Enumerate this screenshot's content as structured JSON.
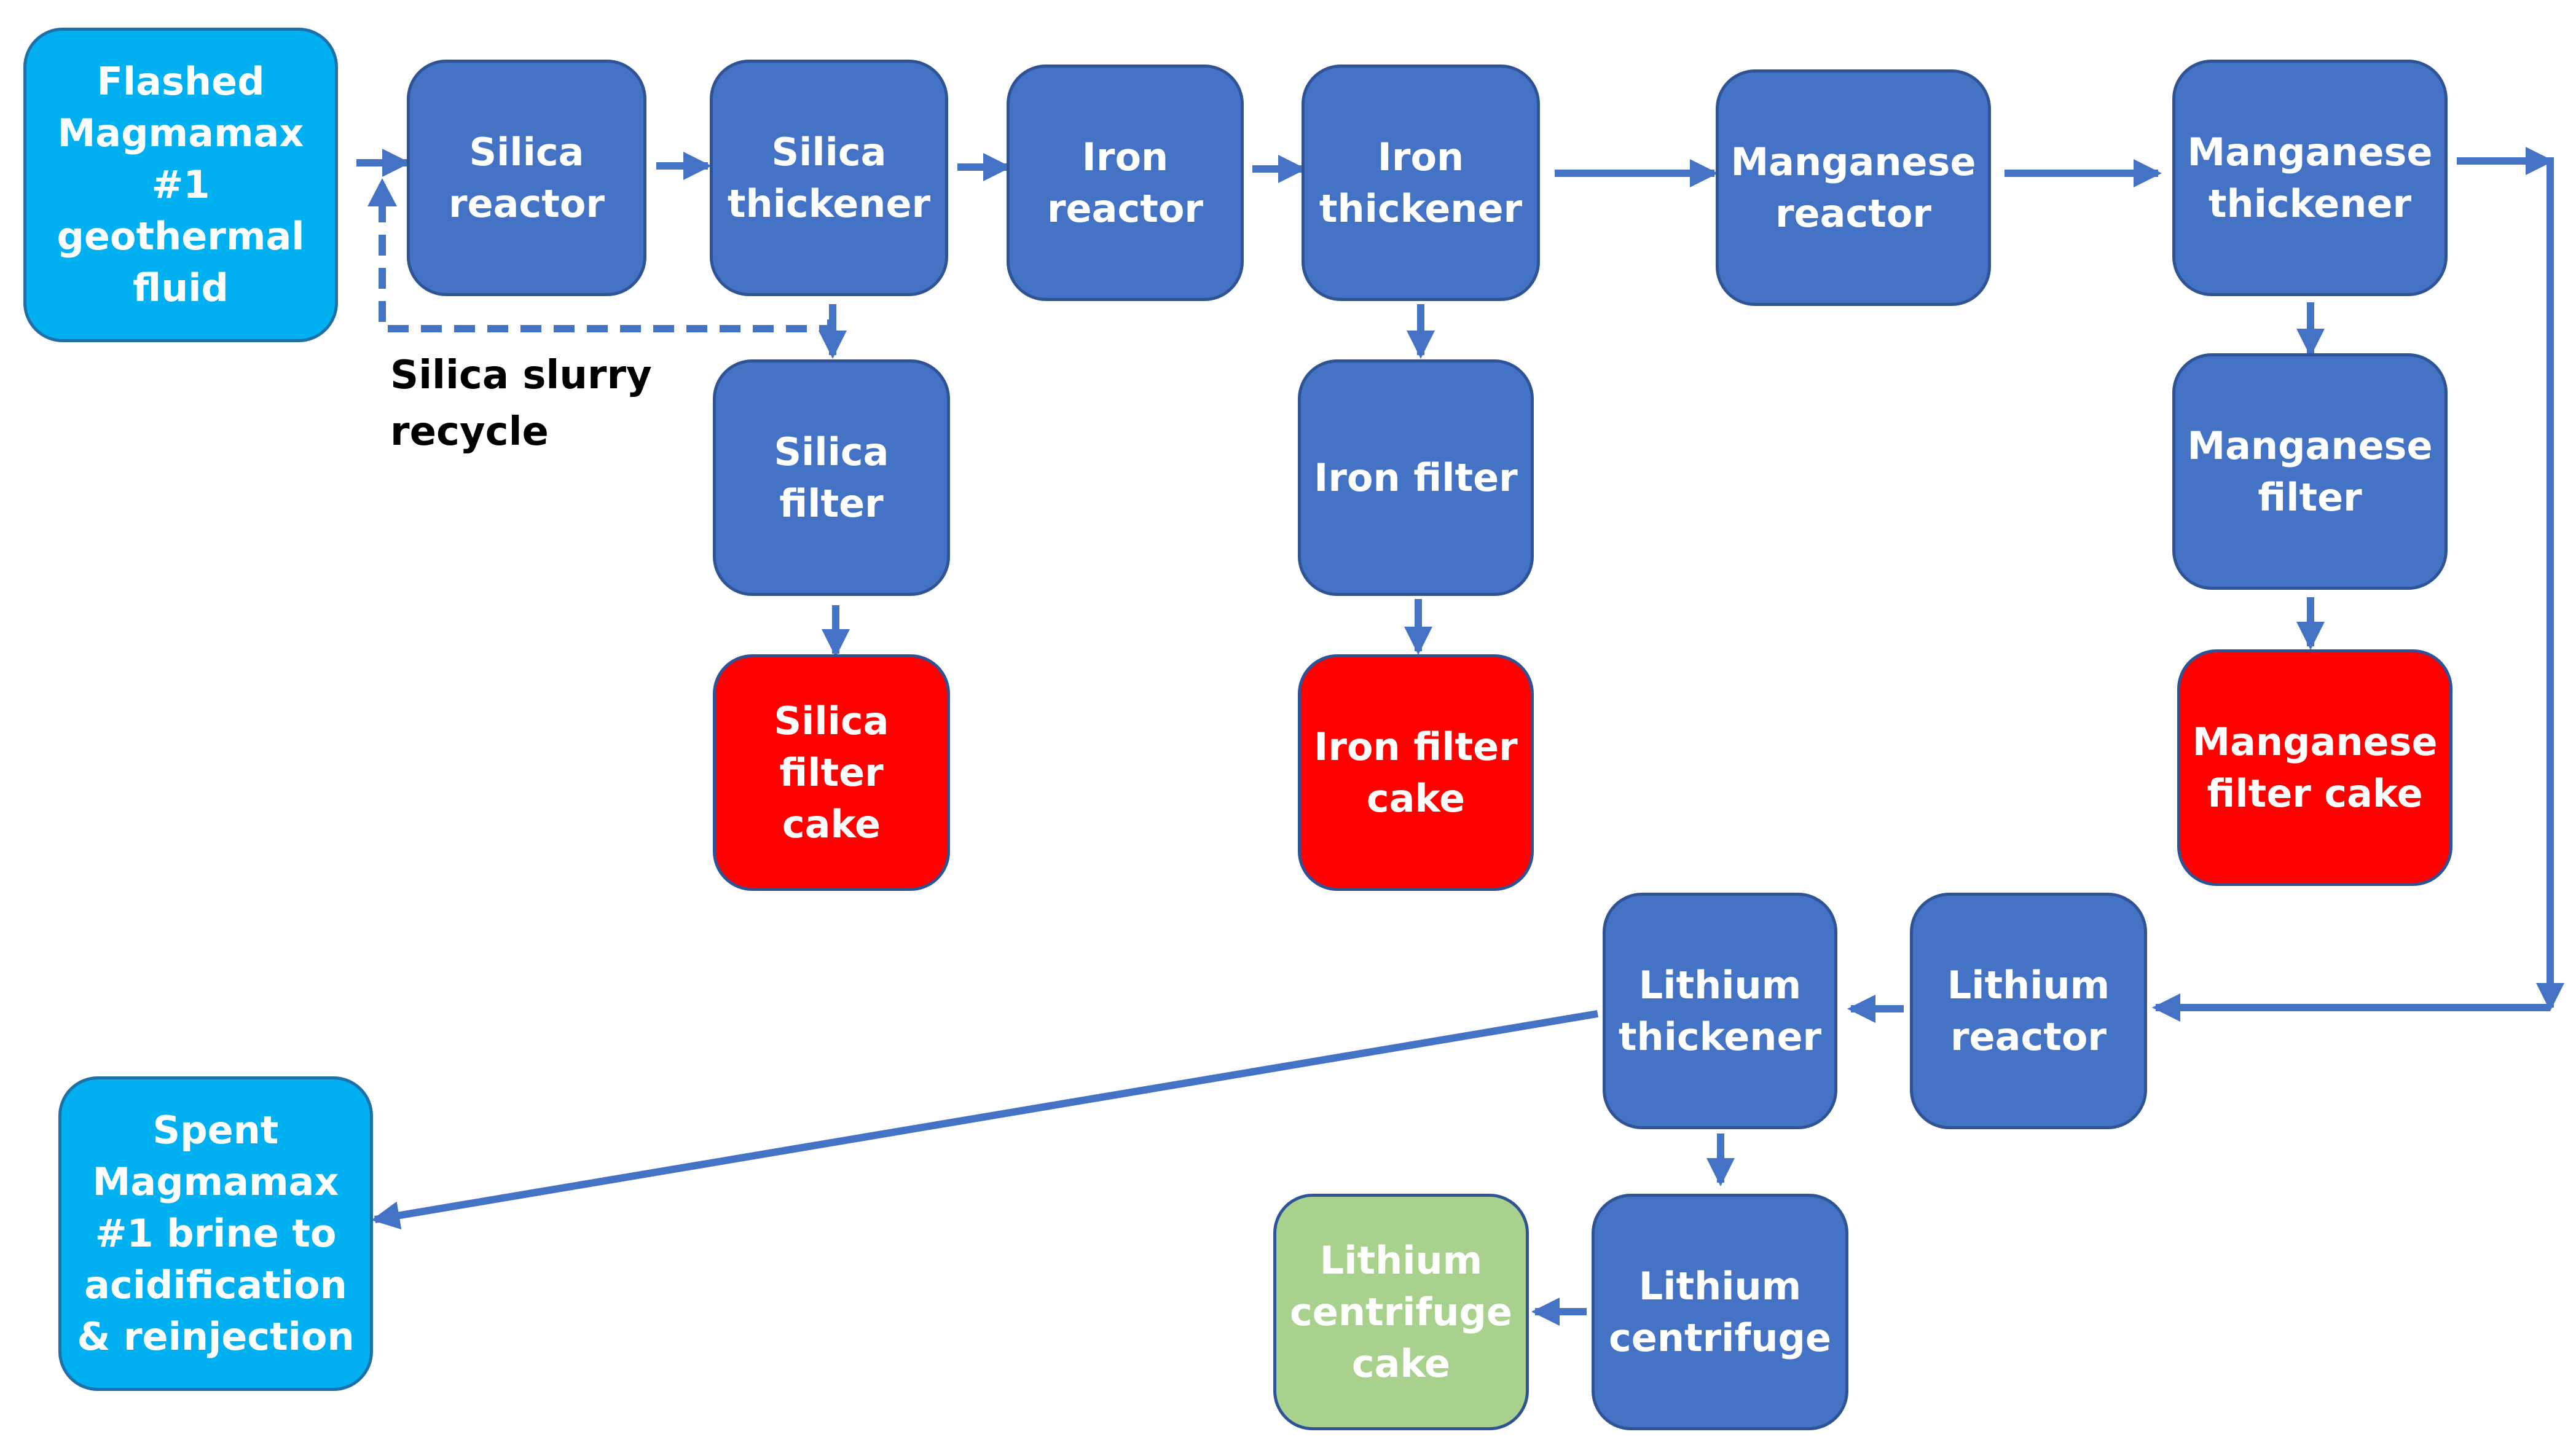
{
  "colors": {
    "process": "#4472c4",
    "source_sink": "#00b0f0",
    "waste_cake": "#ff0000",
    "product_cake": "#a9d18e",
    "arrow": "#4472c4",
    "text_on_box": "#ffffff",
    "label_text": "#000000"
  },
  "nodes": {
    "flashed_fluid": "Flashed\nMagmamax\n#1\ngeothermal\nfluid",
    "silica_reactor": "Silica\nreactor",
    "silica_thickener": "Silica\nthickener",
    "iron_reactor": "Iron\nreactor",
    "iron_thickener": "Iron\nthickener",
    "manganese_reactor": "Manganese\nreactor",
    "manganese_thickener": "Manganese\nthickener",
    "silica_filter": "Silica\nfilter",
    "iron_filter": "Iron filter",
    "manganese_filter": "Manganese\nfilter",
    "silica_filter_cake": "Silica\nfilter\ncake",
    "iron_filter_cake": "Iron filter\ncake",
    "manganese_filter_cake": "Manganese\nfilter cake",
    "lithium_thickener": "Lithium\nthickener",
    "lithium_reactor": "Lithium\nreactor",
    "spent_brine": "Spent\nMagmamax\n#1 brine to\nacidification\n& reinjection",
    "lithium_centrifuge_cake": "Lithium\ncentrifuge\ncake",
    "lithium_centrifuge": "Lithium\ncentrifuge"
  },
  "labels": {
    "silica_slurry_recycle": "Silica slurry\nrecycle"
  }
}
